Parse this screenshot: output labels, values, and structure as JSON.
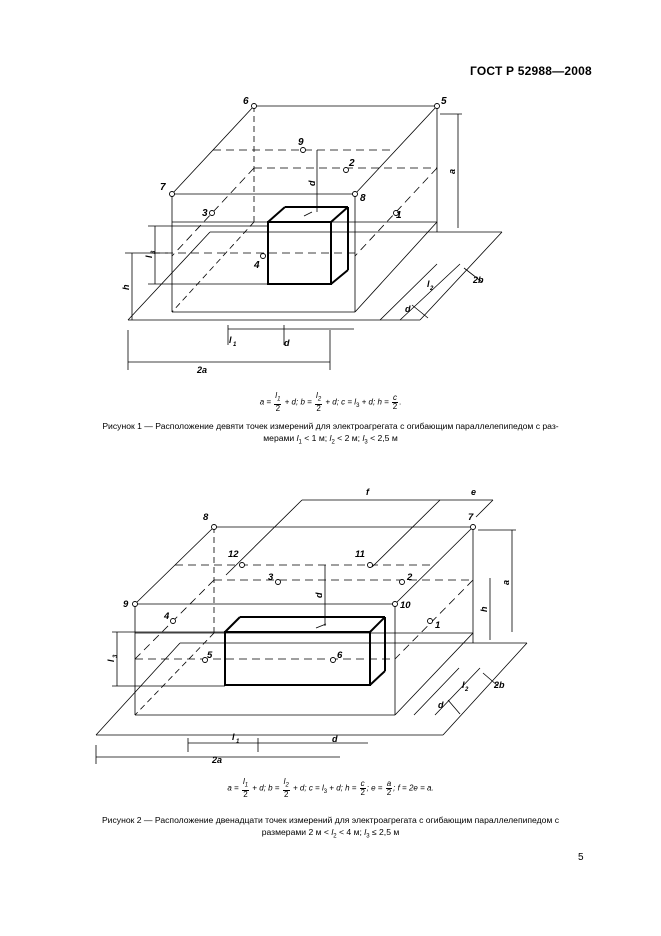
{
  "header": {
    "standard": "ГОСТ Р 52988—2008"
  },
  "figure1": {
    "point_labels": [
      "1",
      "2",
      "3",
      "4",
      "5",
      "6",
      "7",
      "8",
      "9"
    ],
    "dim_labels": {
      "a": "a",
      "d": "d",
      "h": "h",
      "l3": "l",
      "l3_sub": "3",
      "l2": "l",
      "l2_sub": "2",
      "twob": "2b",
      "d2": "d",
      "l1": "l",
      "l1_sub": "1",
      "d3": "d",
      "twoa": "2a"
    },
    "formula": {
      "a_eq": "a =",
      "l1": "l",
      "l1_sub": "1",
      "two1": "2",
      "plus_d1": "+ d; b =",
      "l2": "l",
      "l2_sub": "2",
      "two2": "2",
      "plus_d2": "+ d; c = l",
      "l3_sub": "3",
      "tail": "+ d; h =",
      "c": "c",
      "two3": "2",
      "end": "."
    },
    "caption": {
      "prefix": "Рисунок 1 — Расположение девяти точек измерений для электроагрегата с огибающим параллелепипедом с раз-",
      "line2_a": "мерами ",
      "l": "l",
      "s1": "1",
      "p1": " < 1 м; ",
      "s2": "2",
      "p2": " < 2 м; ",
      "s3": "3",
      "p3": " < 2,5 м"
    }
  },
  "figure2": {
    "point_labels": [
      "1",
      "2",
      "3",
      "4",
      "5",
      "6",
      "7",
      "8",
      "9",
      "10",
      "11",
      "12"
    ],
    "dim_labels": {
      "f": "f",
      "e": "e",
      "a": "a",
      "h": "h",
      "d": "d",
      "l3": "l",
      "l3_sub": "3",
      "l2": "l",
      "l2_sub": "2",
      "twob": "2b",
      "d2": "d",
      "l1": "l",
      "l1_sub": "1",
      "d3": "d",
      "twoa": "2a"
    },
    "formula": {
      "a_eq": "a =",
      "l1": "l",
      "l1_sub": "1",
      "two1": "2",
      "plus_d1": "+ d; b =",
      "l2": "l",
      "l2_sub": "2",
      "two2": "2",
      "plus_d2": "+ d; c = l",
      "l3_sub": "3",
      "mid": "+ d; h =",
      "c": "c",
      "two3": "2",
      "e_eq": "; e =",
      "a2": "a",
      "two4": "2",
      "end": "; f = 2e = a."
    },
    "caption": {
      "prefix": "Рисунок 2 — Расположение двенадцати точек измерений для электроагрегата с огибающим параллелепипедом с",
      "line2_a": "размерами 2 м < ",
      "l": "l",
      "s2": "2",
      "p2": " < 4 м; ",
      "s3": "3",
      "p3": " ≤ 2,5 м"
    }
  },
  "page_number": "5"
}
